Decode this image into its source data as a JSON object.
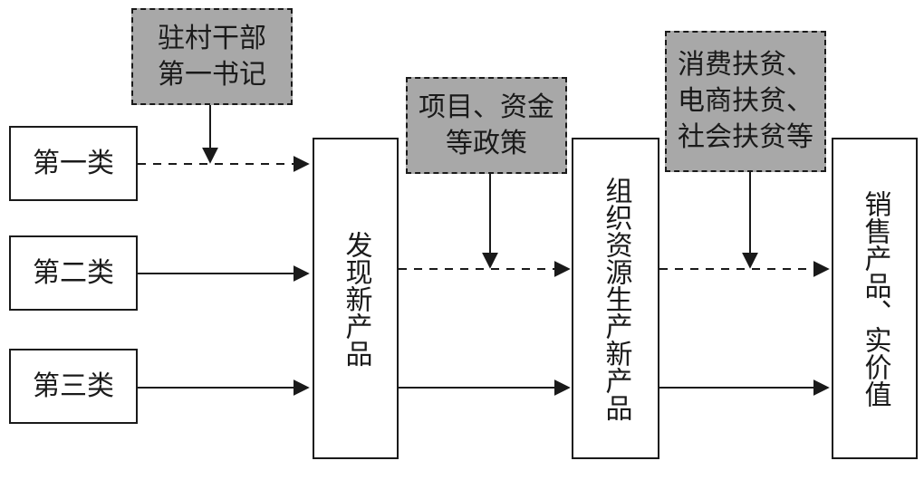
{
  "categories": [
    {
      "label": "第一类"
    },
    {
      "label": "第二类"
    },
    {
      "label": "第三类"
    }
  ],
  "stages": [
    {
      "label": "发现新产品"
    },
    {
      "label": "组织资源生产新产品"
    },
    {
      "label": "销售产品、实价值"
    }
  ],
  "supports": [
    {
      "line1": "驻村干部",
      "line2": "第一书记"
    },
    {
      "line1": "项目、资金",
      "line2": "等政策"
    },
    {
      "line1": "消费扶贫、",
      "line2": "电商扶贫、",
      "line3": "社会扶贫等"
    }
  ]
}
